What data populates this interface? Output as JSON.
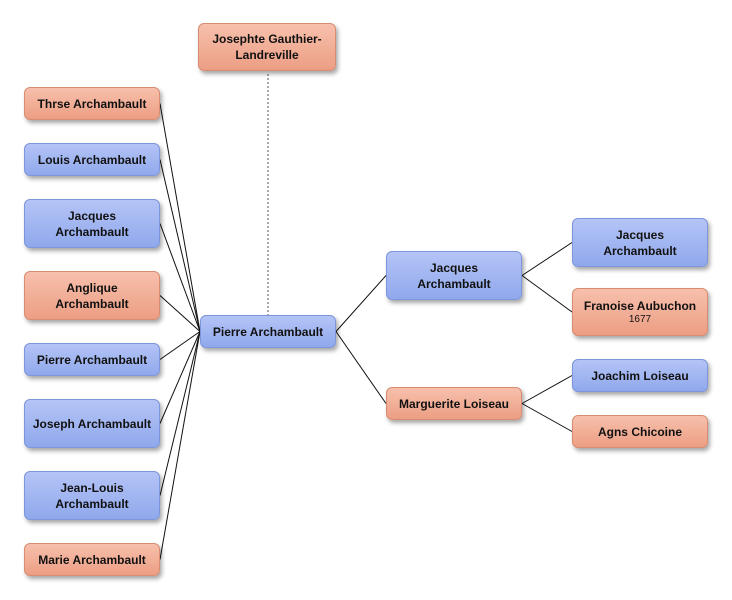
{
  "colors": {
    "male": "#9db2f0",
    "female": "#f0ab93",
    "line": "#111111"
  },
  "spouse": {
    "name": "Josephte Gauthier-Landreville",
    "gender": "female"
  },
  "center": {
    "name": "Pierre Archambault",
    "gender": "male"
  },
  "children": [
    {
      "name": "Thrse Archambault",
      "gender": "female"
    },
    {
      "name": "Louis Archambault",
      "gender": "male"
    },
    {
      "name": "Jacques Archambault",
      "gender": "male"
    },
    {
      "name": "Anglique Archambault",
      "gender": "female"
    },
    {
      "name": "Pierre Archambault",
      "gender": "male"
    },
    {
      "name": "Joseph Archambault",
      "gender": "male"
    },
    {
      "name": "Jean-Louis Archambault",
      "gender": "male"
    },
    {
      "name": "Marie Archambault",
      "gender": "female"
    }
  ],
  "parents": [
    {
      "name": "Jacques Archambault",
      "gender": "male"
    },
    {
      "name": "Marguerite Loiseau",
      "gender": "female"
    }
  ],
  "grandparents": [
    {
      "name": "Jacques Archambault",
      "gender": "male"
    },
    {
      "name": "Franoise Aubuchon",
      "sub": "1677",
      "gender": "female"
    },
    {
      "name": "Joachim Loiseau",
      "gender": "male"
    },
    {
      "name": "Agns Chicoine",
      "gender": "female"
    }
  ]
}
